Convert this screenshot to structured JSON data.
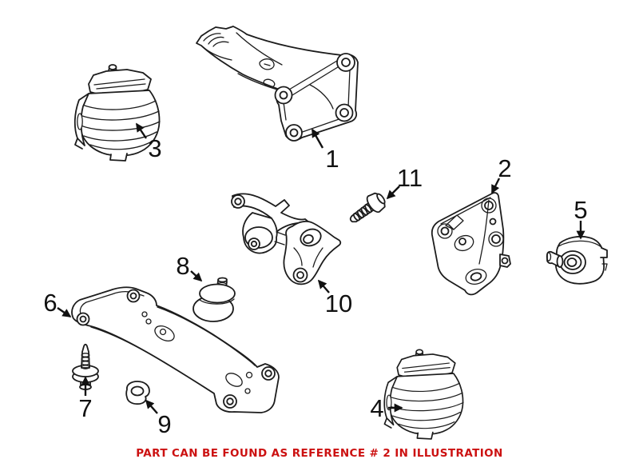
{
  "diagram": {
    "type": "parts-illustration",
    "subject": "engine and transmission mounting parts diagram",
    "line_color": "#1c1c1c",
    "background": "#ffffff",
    "note": {
      "text": "PART CAN BE FOUND AS REFERENCE # 2 IN ILLUSTRATION",
      "color": "#cc1111"
    },
    "callouts": [
      {
        "label": "1"
      },
      {
        "label": "2"
      },
      {
        "label": "3"
      },
      {
        "label": "4"
      },
      {
        "label": "5"
      },
      {
        "label": "6"
      },
      {
        "label": "7"
      },
      {
        "label": "8"
      },
      {
        "label": "9"
      },
      {
        "label": "10"
      },
      {
        "label": "11"
      }
    ]
  }
}
